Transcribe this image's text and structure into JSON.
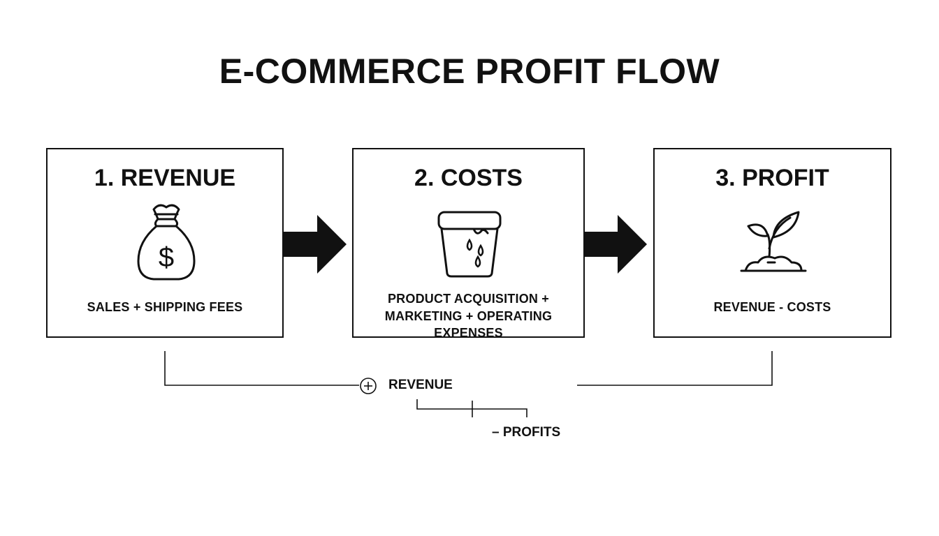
{
  "title": "E-COMMERCE PROFIT FLOW",
  "steps": [
    {
      "title": "1. REVENUE",
      "icon": "money-bag-icon",
      "caption": "SALES + SHIPPING FEES"
    },
    {
      "title": "2. COSTS",
      "icon": "leaking-bucket-icon",
      "caption_line1": "PRODUCT ACQUISITION +",
      "caption_line2": "MARKETING + OPERATING EXPENSES"
    },
    {
      "title": "3. PROFIT",
      "icon": "sprout-icon",
      "caption": "REVENUE - COSTS"
    }
  ],
  "legend": {
    "plus_label": "REVENUE",
    "minus_label": "– PROFITS"
  },
  "colors": {
    "ink": "#111111",
    "background": "#ffffff"
  }
}
